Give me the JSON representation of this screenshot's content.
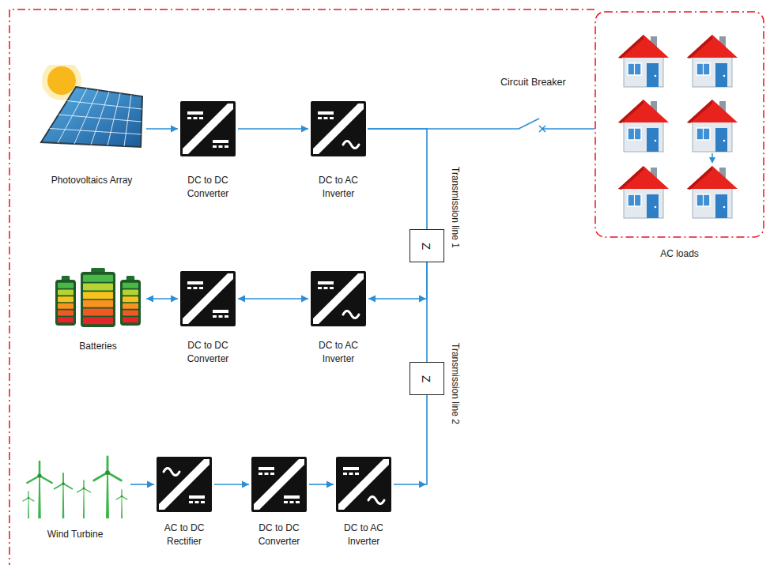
{
  "diagram": {
    "nodes": [
      {
        "text": [
          "Photovoltaics Array"
        ]
      },
      {
        "text": [
          "DC to DC Converter"
        ]
      },
      {
        "text": [
          "DC to AC Inverter"
        ]
      },
      {
        "text": [
          "AC loads"
        ]
      },
      {
        "text": [
          "Z",
          "Transmission line 1"
        ]
      },
      {
        "text": [
          "Batteries"
        ]
      },
      {
        "text": [
          "DC to DC Converter"
        ]
      },
      {
        "text": [
          "DC to AC Inverter"
        ]
      },
      {
        "text": [
          "Z",
          "Transmission line 2"
        ]
      },
      {
        "text": [
          "Wind Turbine"
        ]
      },
      {
        "text": [
          "AC to DC Rectifier"
        ]
      },
      {
        "text": [
          "DC to DC Converter"
        ]
      },
      {
        "text": [
          "DC to AC Inverter"
        ]
      }
    ],
    "edges": [
      {
        "from": 0,
        "to": 1,
        "arrow": "to"
      },
      {
        "from": 1,
        "to": 2,
        "arrow": "to"
      },
      {
        "from": 2,
        "to": 3,
        "arrow": "none"
      },
      {
        "from": 2,
        "to": 4,
        "arrow": "none"
      },
      {
        "from": 4,
        "to": 8,
        "arrow": "none"
      },
      {
        "from": 5,
        "to": 6,
        "arrow": "both"
      },
      {
        "from": 6,
        "to": 7,
        "arrow": "both"
      },
      {
        "from": 7,
        "to": 4,
        "arrow": "both"
      },
      {
        "from": 9,
        "to": 10,
        "arrow": "to"
      },
      {
        "from": 10,
        "to": 11,
        "arrow": "to"
      },
      {
        "from": 11,
        "to": 12,
        "arrow": "to"
      },
      {
        "from": 12,
        "to": 8,
        "arrow": "to"
      }
    ],
    "labels": [
      "Circuit Breaker"
    ]
  }
}
